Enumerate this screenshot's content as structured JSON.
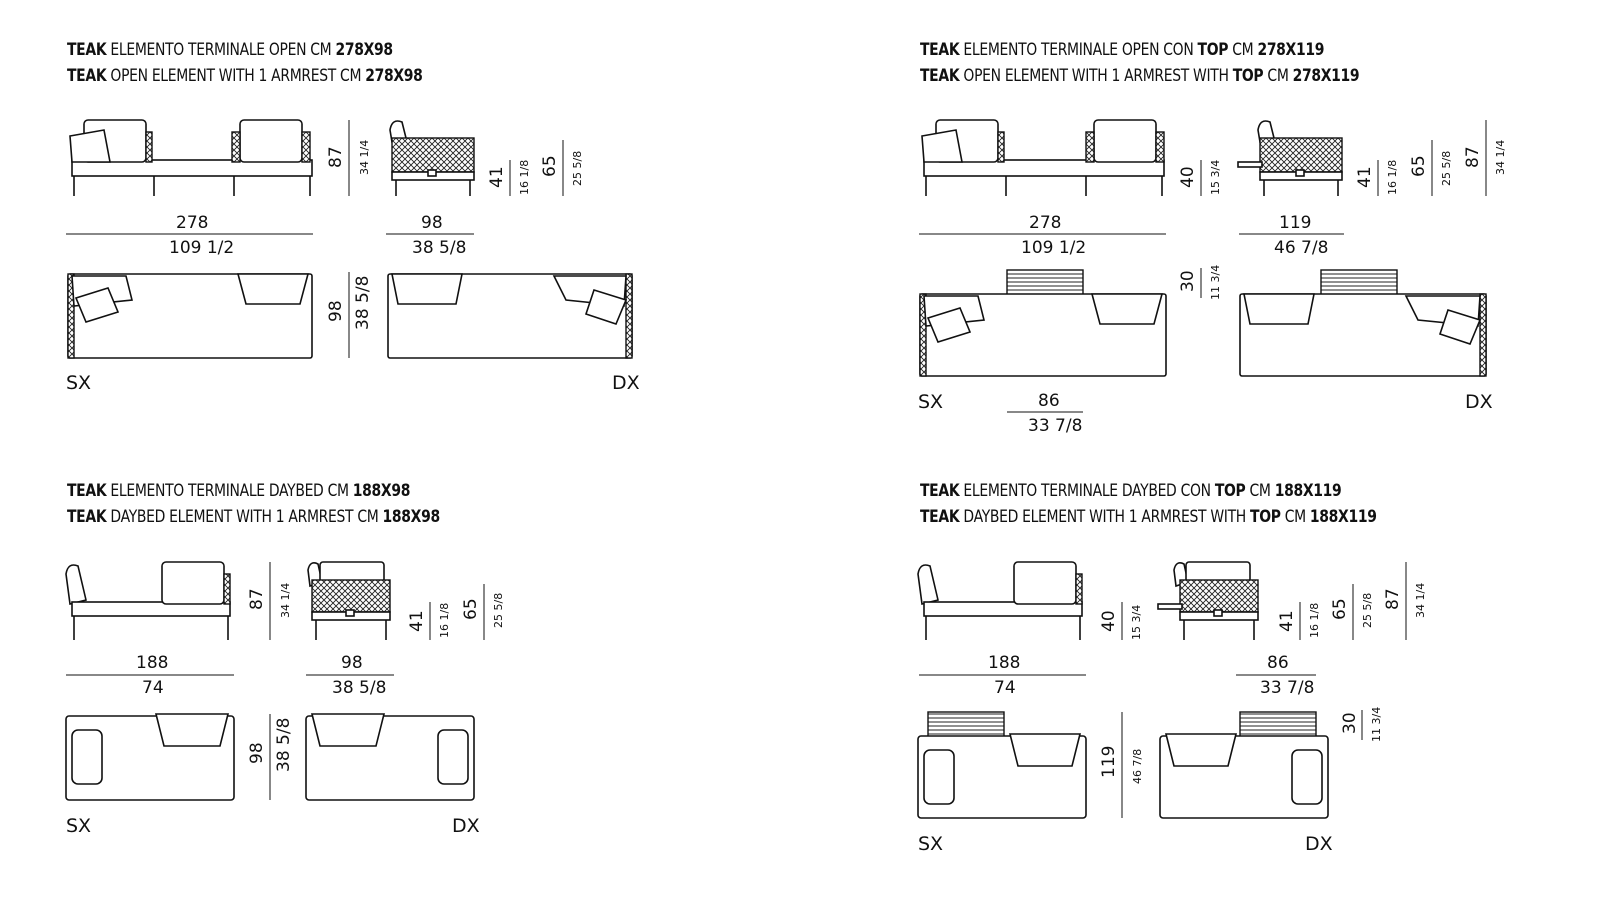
{
  "sections": {
    "s1": {
      "line1": {
        "a": "TEAK",
        "b": " ELEMENTO TERMINALE OPEN CM ",
        "c": "278X98"
      },
      "line2": {
        "a": "TEAK",
        "b": " OPEN ELEMENT WITH 1 ARMREST CM ",
        "c": "278X98"
      },
      "dims": {
        "h_cm": "87",
        "h_in": "34 1/4",
        "arm_cm": "41",
        "arm_in": "16 1/8",
        "back_cm": "65",
        "back_in": "25 5/8",
        "w_cm": "278",
        "w_in": "109 1/2",
        "d_cm": "98",
        "d_in": "38 5/8",
        "plan_cm": "98",
        "plan_in": "38 5/8"
      },
      "left": "SX",
      "right": "DX"
    },
    "s2": {
      "line1": {
        "a": "TEAK",
        "b": " ELEMENTO TERMINALE OPEN CON ",
        "c": "TOP",
        "d": " CM ",
        "e": "278X119"
      },
      "line2": {
        "a": "TEAK",
        "b": " OPEN ELEMENT WITH 1 ARMREST WITH ",
        "c": "TOP",
        "d": " CM ",
        "e": "278X119"
      },
      "dims": {
        "top_cm": "40",
        "top_in": "15 3/4",
        "arm_cm": "41",
        "arm_in": "16 1/8",
        "back_cm": "65",
        "back_in": "25 5/8",
        "h_cm": "87",
        "h_in": "34 1/4",
        "w_cm": "278",
        "w_in": "109 1/2",
        "d_cm": "119",
        "d_in": "46 7/8",
        "tray_cm": "30",
        "tray_in": "11 3/4",
        "trayw_cm": "86",
        "trayw_in": "33 7/8"
      },
      "left": "SX",
      "right": "DX"
    },
    "s3": {
      "line1": {
        "a": "TEAK",
        "b": " ELEMENTO TERMINALE DAYBED CM ",
        "c": "188X98"
      },
      "line2": {
        "a": "TEAK",
        "b": " DAYBED ELEMENT WITH 1 ARMREST CM ",
        "c": "188X98"
      },
      "dims": {
        "h_cm": "87",
        "h_in": "34 1/4",
        "arm_cm": "41",
        "arm_in": "16 1/8",
        "back_cm": "65",
        "back_in": "25 5/8",
        "w_cm": "188",
        "w_in": "74",
        "d_cm": "98",
        "d_in": "38 5/8",
        "plan_cm": "98",
        "plan_in": "38 5/8"
      },
      "left": "SX",
      "right": "DX"
    },
    "s4": {
      "line1": {
        "a": "TEAK",
        "b": " ELEMENTO TERMINALE DAYBED CON ",
        "c": "TOP",
        "d": " CM ",
        "e": "188X119"
      },
      "line2": {
        "a": "TEAK",
        "b": " DAYBED ELEMENT WITH 1 ARMREST WITH ",
        "c": "TOP",
        "d": " CM ",
        "e": "188X119"
      },
      "dims": {
        "top_cm": "40",
        "top_in": "15 3/4",
        "arm_cm": "41",
        "arm_in": "16 1/8",
        "back_cm": "65",
        "back_in": "25 5/8",
        "h_cm": "87",
        "h_in": "34 1/4",
        "w_cm": "188",
        "w_in": "74",
        "d_cm": "86",
        "d_in": "33 7/8",
        "plan_cm": "119",
        "plan_in": "46 7/8",
        "tray_cm": "30",
        "tray_in": "11 3/4"
      },
      "left": "SX",
      "right": "DX"
    }
  }
}
